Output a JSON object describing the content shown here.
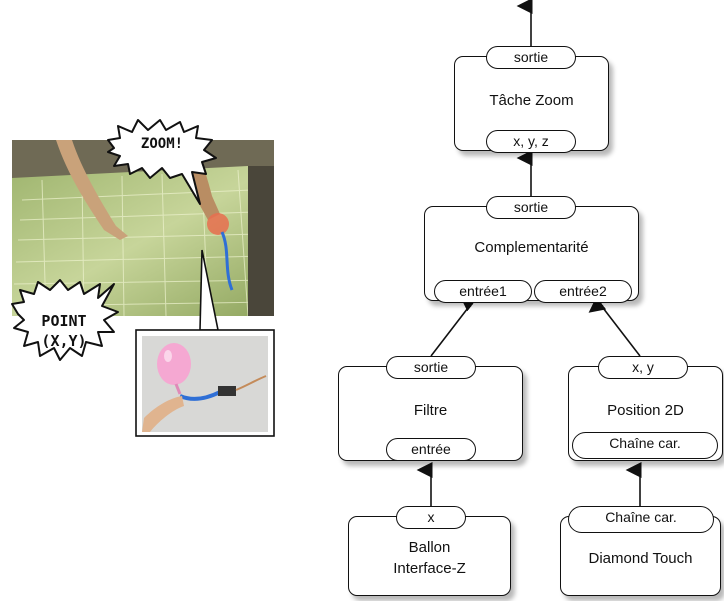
{
  "comic": {
    "zoom_caption": "ZOOM!",
    "point_caption_line1": "POINT",
    "point_caption_line2": "(X,Y)"
  },
  "nodes": {
    "tache_zoom": {
      "title": "Tâche Zoom",
      "out_port": "sortie",
      "in_port": "x, y, z"
    },
    "complementarite": {
      "title": "Complementarité",
      "out_port": "sortie",
      "in_port_1": "entrée1",
      "in_port_2": "entrée2"
    },
    "filtre": {
      "title": "Filtre",
      "out_port": "sortie",
      "in_port": "entrée"
    },
    "position_2d": {
      "title": "Position 2D",
      "out_port": "x, y",
      "in_port": "Chaîne car."
    },
    "ballon": {
      "title_line1": "Ballon",
      "title_line2": "Interface-Z",
      "out_port": "x"
    },
    "diamond_touch": {
      "title": "Diamond Touch",
      "out_port": "Chaîne car."
    }
  },
  "colors": {
    "table_surface": "#b7c98a",
    "map_lines": "#e9f0c8",
    "balloon": "#f5a8d2",
    "cable": "#2f6fd6"
  }
}
